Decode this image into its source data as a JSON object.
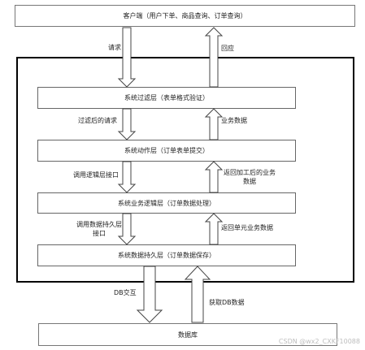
{
  "boxes": {
    "client": "客户端（用户下单、商品查询、订单查询）",
    "filter": "系统过滤层（表单格式验证）",
    "action": "系统动作层（订单表单提交）",
    "business": "系统业务逻辑层（订单数据处理）",
    "persistence": "系统数据持久层（订单数据保存）",
    "database": "数据库"
  },
  "labels": {
    "request": "请求",
    "response": "回应",
    "filtered_request": "过滤后的请求",
    "business_data": "业务数据",
    "call_logic": "调用逻辑层接口",
    "return_processed": "返回加工后的业务数据",
    "call_persistence": "调用数据持久层接口",
    "return_unit": "返回单元业务数据",
    "db_interact": "DB交互",
    "fetch_db": "获取DB数据"
  },
  "watermark": "CSDN @wx2_CXKF10088"
}
